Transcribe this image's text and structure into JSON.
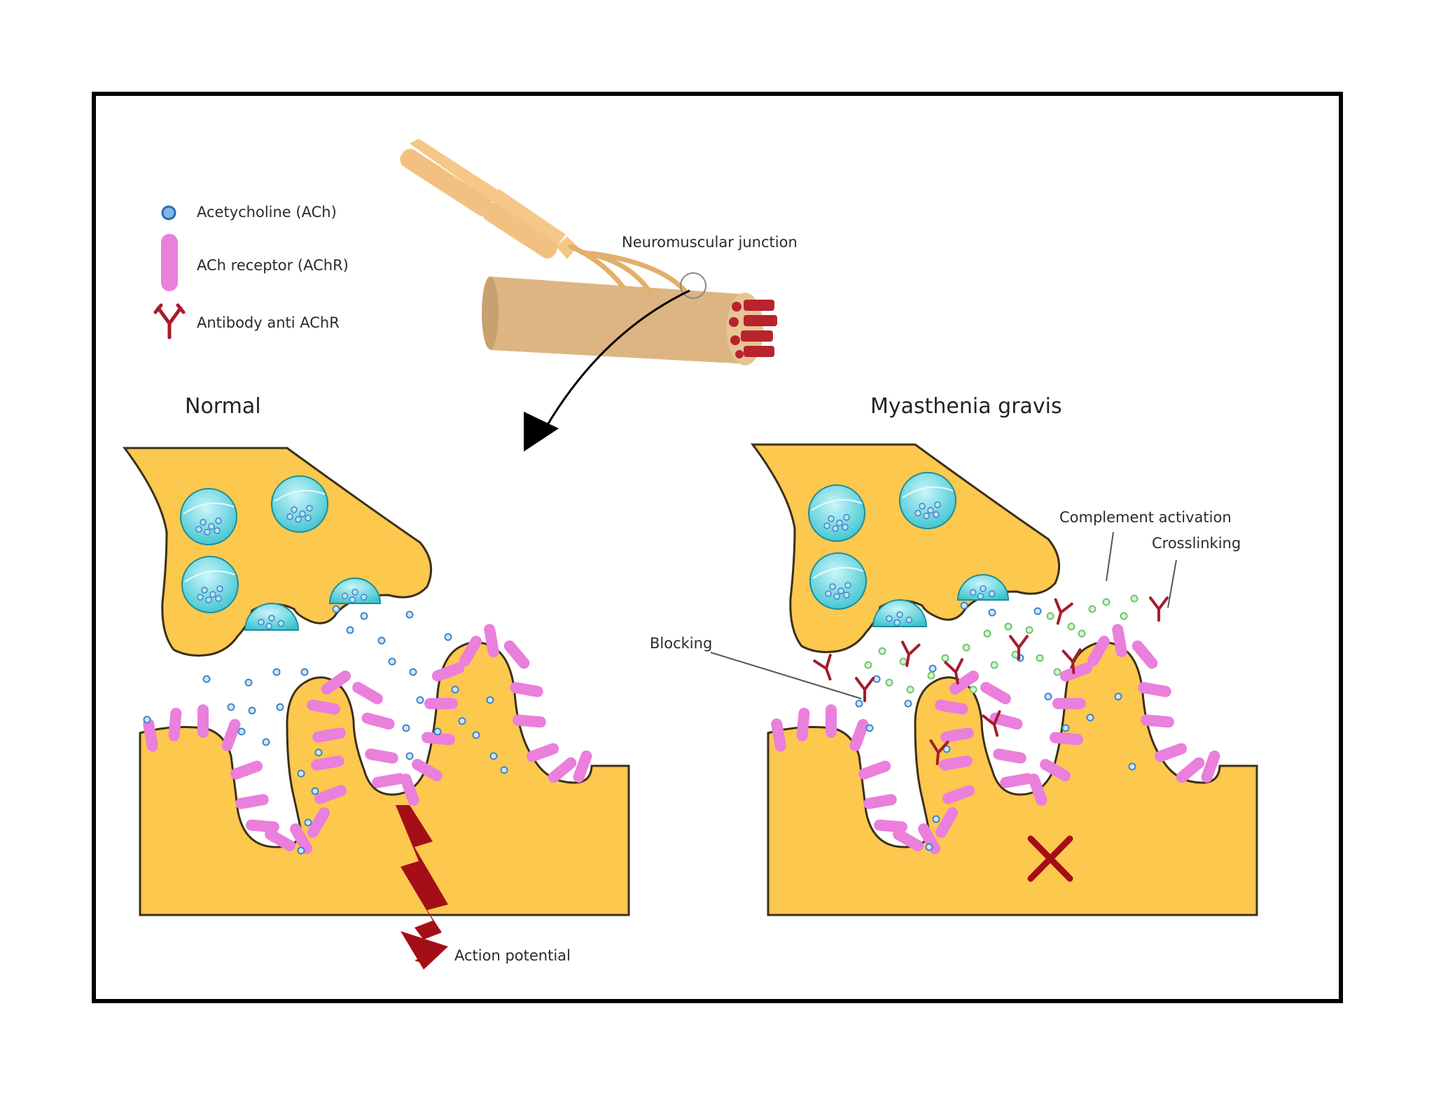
{
  "legend": {
    "items": [
      {
        "label": "Acetycholine (ACh)",
        "icon": "acetylcholine-molecule-icon"
      },
      {
        "label": "ACh receptor (AChR)",
        "icon": "ach-receptor-icon"
      },
      {
        "label": "Antibody anti AChR",
        "icon": "antibody-icon"
      }
    ]
  },
  "labels": {
    "neuromuscular_junction": "Neuromuscular junction",
    "normal": "Normal",
    "myasthenia": "Myasthenia gravis",
    "complement": "Complement activation",
    "crosslinking": "Crosslinking",
    "blocking": "Blocking",
    "action_potential": "Action potential"
  },
  "colors": {
    "nerve_terminal": "#fcc84e",
    "outline": "#3c2f1a",
    "vesicle": "#4fd2dc",
    "acetylcholine": "#3d86c7",
    "receptor": "#ea7fdc",
    "antibody": "#a51c2c",
    "complement": "#6dc66a",
    "action_potential": "#a40e18",
    "muscle_fiber": "#deb887",
    "axon": "#f5c788"
  }
}
